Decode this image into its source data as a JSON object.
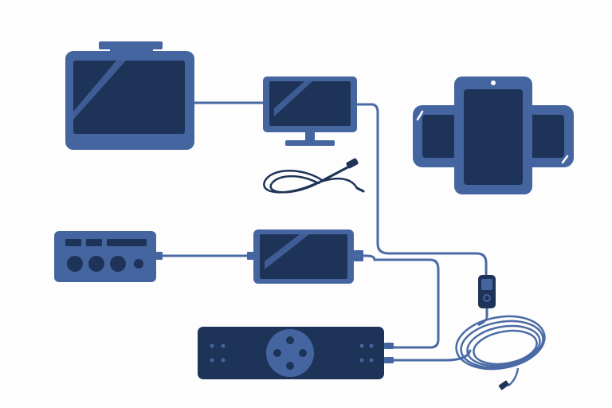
{
  "colors": {
    "background": "#fdfdfd",
    "device_body": "#4565a0",
    "device_screen": "#1e3358",
    "device_edge": "#2e4878",
    "cable": "#4a6aa5",
    "highlight": "#ffffff",
    "hub_body": "#1e3358"
  },
  "devices": [
    {
      "id": "tablet-large",
      "icon": "tablet-icon"
    },
    {
      "id": "monitor",
      "icon": "monitor-icon"
    },
    {
      "id": "phone-with-armband",
      "icon": "phone-armband-icon"
    },
    {
      "id": "audio-receiver",
      "icon": "receiver-icon"
    },
    {
      "id": "portable-screen",
      "icon": "portable-screen-icon"
    },
    {
      "id": "hub-strip",
      "icon": "hub-strip-icon"
    },
    {
      "id": "coiled-cable",
      "icon": "coiled-cable-icon"
    },
    {
      "id": "loose-cable",
      "icon": "loose-cable-icon"
    }
  ],
  "connections": [
    {
      "from": "tablet-large",
      "to": "monitor"
    },
    {
      "from": "monitor",
      "to": "coiled-cable"
    },
    {
      "from": "audio-receiver",
      "to": "portable-screen"
    },
    {
      "from": "portable-screen",
      "to": "hub-strip"
    },
    {
      "from": "hub-strip",
      "to": "coiled-cable"
    }
  ]
}
